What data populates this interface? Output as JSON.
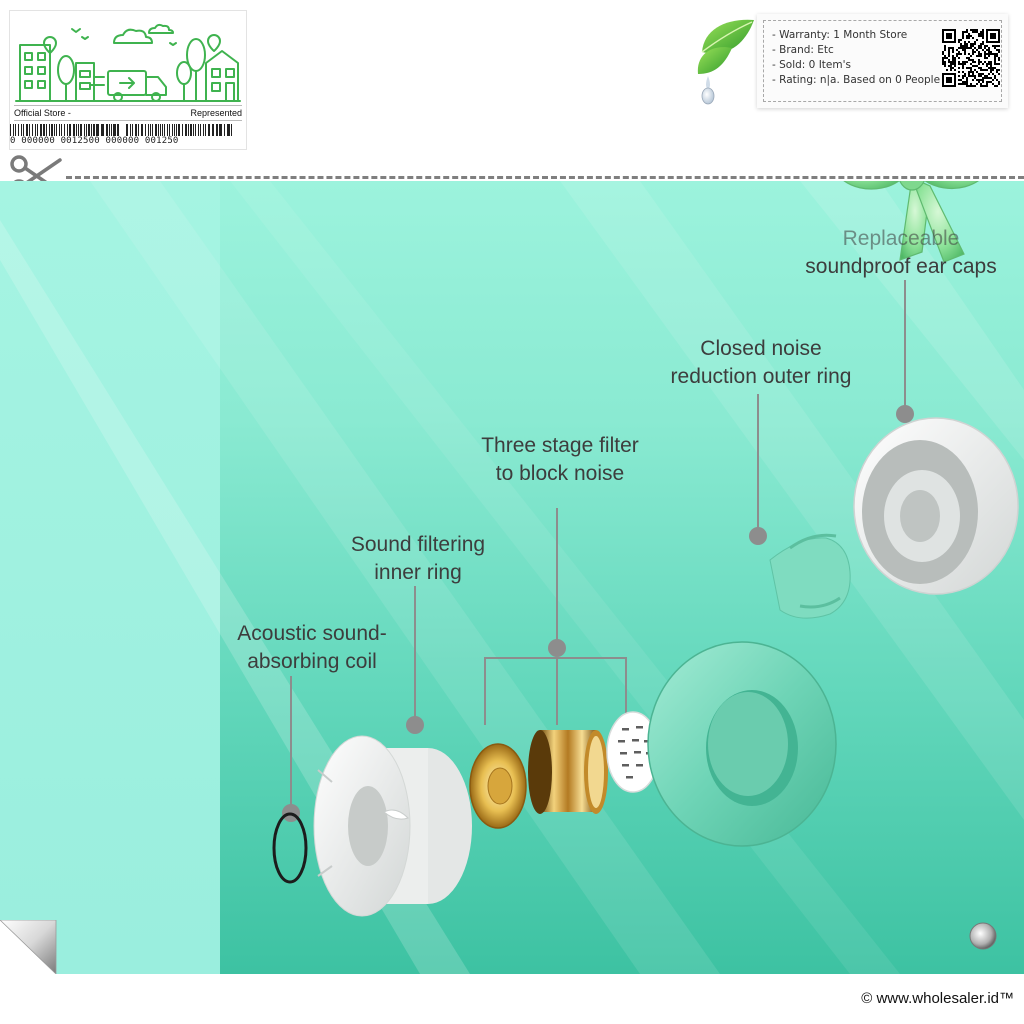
{
  "store": {
    "left_label": "Official Store -",
    "right_label": "Represented",
    "barcode_digits": "0 000000 0012500 000000 001250"
  },
  "info": {
    "warranty": "- Warranty: 1 Month Store",
    "brand": "- Brand: Etc",
    "sold": "- Sold: 0 Item's",
    "rating": "- Rating: n|a. Based on 0 People"
  },
  "callouts": {
    "caps_line1": "Replaceable",
    "caps_line2": "soundproof ear caps",
    "outer_line1": "Closed noise",
    "outer_line2": "reduction outer ring",
    "filter_line1": "Three stage filter",
    "filter_line2": "to block noise",
    "inner_line1": "Sound filtering",
    "inner_line2": "inner ring",
    "coil_line1": "Acoustic sound-",
    "coil_line2": "absorbing coil"
  },
  "footer": {
    "copyright": "© www.wholesaler.id™"
  },
  "colors": {
    "accent_green": "#3fb34f",
    "teal": "#62d7bb",
    "mint": "#9cf3dd",
    "bow": "#8ee39a"
  }
}
